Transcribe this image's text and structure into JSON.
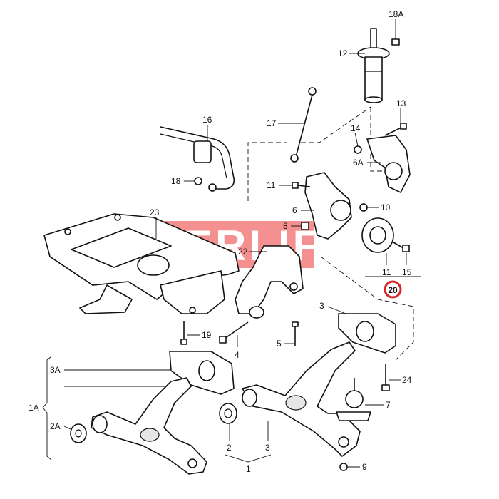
{
  "watermark": {
    "text": "BERLIF",
    "color": "#f26b6b"
  },
  "highlight": {
    "label": "20",
    "ring_color": "#d62828"
  },
  "labels": {
    "l18A": "18A",
    "l12": "12",
    "l13": "13",
    "l14": "14",
    "l6A": "6A",
    "l17": "17",
    "l16": "16",
    "l18": "18",
    "l11a": "11",
    "l6": "6",
    "l10": "10",
    "l8": "8",
    "l23": "23",
    "l22": "22",
    "l11b": "11",
    "l15": "15",
    "l19": "19",
    "l4": "4",
    "l5": "5",
    "l3a": "3",
    "l3A": "3A",
    "l1A": "1A",
    "l2A": "2A",
    "l2": "2",
    "l3b": "3",
    "l1": "1",
    "l24": "24",
    "l7": "7",
    "l9": "9"
  }
}
